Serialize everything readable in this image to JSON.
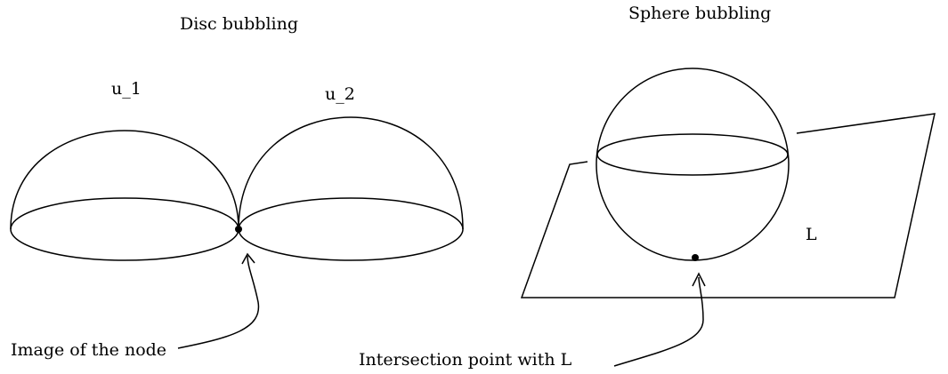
{
  "left_panel": {
    "title": "Disc bubbling",
    "disc_labels": [
      "u_1",
      "u_2"
    ],
    "node_label": "Image of the node"
  },
  "right_panel": {
    "title": "Sphere bubbling",
    "plane_label": "L",
    "intersection_label": "Intersection point with L"
  }
}
